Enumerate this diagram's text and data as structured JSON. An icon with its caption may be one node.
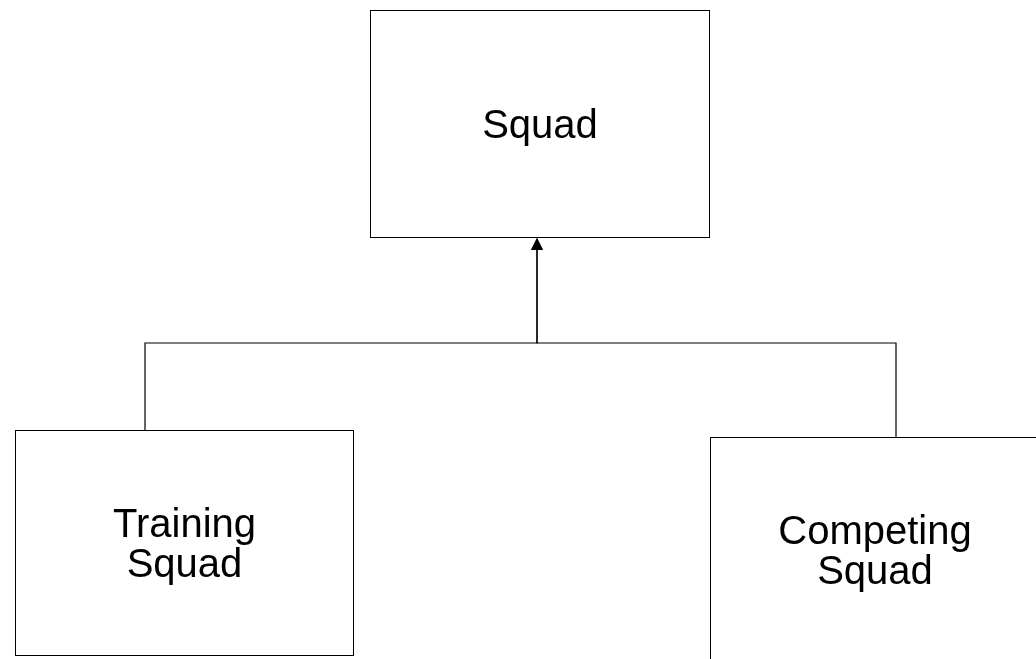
{
  "diagram": {
    "nodes": [
      {
        "text": [
          "Squad"
        ]
      },
      {
        "text": [
          "Training Squad"
        ]
      },
      {
        "text": [
          "Competing Squad"
        ]
      }
    ],
    "edges": [
      {
        "from": 1,
        "to": 0,
        "arrow": "to"
      },
      {
        "from": 2,
        "to": 0,
        "arrow": "to"
      }
    ]
  }
}
